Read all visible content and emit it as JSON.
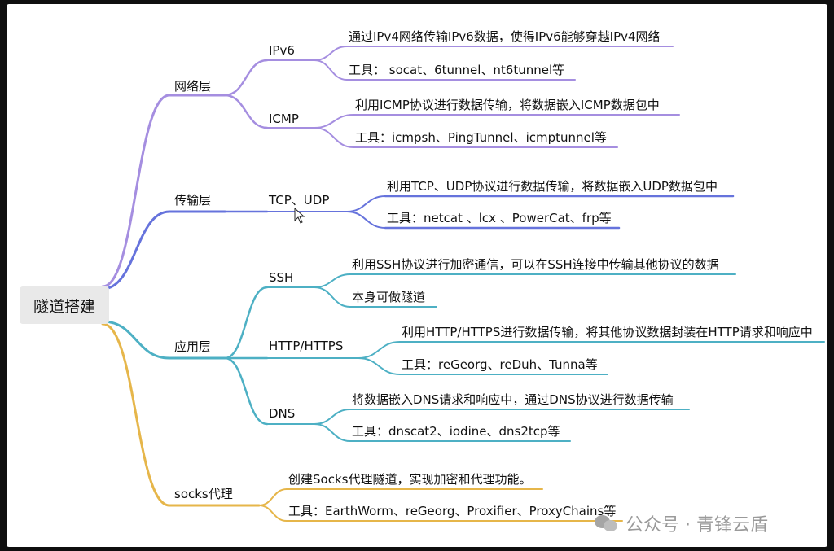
{
  "root": "隧道搭建",
  "colors": {
    "purple": "#a58ee0",
    "blue": "#6673dc",
    "teal": "#4db0c4",
    "orange": "#e6b64a"
  },
  "categories": {
    "network": "网络层",
    "transport": "传输层",
    "application": "应用层",
    "socks": "socks代理"
  },
  "protocols": {
    "ipv6": "IPv6",
    "icmp": "ICMP",
    "tcp_udp": "TCP、UDP",
    "ssh": "SSH",
    "http": "HTTP/HTTPS",
    "dns": "DNS"
  },
  "details": {
    "ipv6_desc": "通过IPv4网络传输IPv6数据，使得IPv6能够穿越IPv4网络",
    "ipv6_tools": "工具： socat、6tunnel、nt6tunnel等",
    "icmp_desc": "利用ICMP协议进行数据传输，将数据嵌入ICMP数据包中",
    "icmp_tools": "工具：icmpsh、PingTunnel、icmptunnel等",
    "tcp_desc": "利用TCP、UDP协议进行数据传输，将数据嵌入UDP数据包中",
    "tcp_tools": "工具：netcat 、lcx 、PowerCat、frp等",
    "ssh_desc": "利用SSH协议进行加密通信，可以在SSH连接中传输其他协议的数据",
    "ssh_note": "本身可做隧道",
    "http_desc": "利用HTTP/HTTPS进行数据传输，将其他协议数据封装在HTTP请求和响应中",
    "http_tools": "工具：reGeorg、reDuh、Tunna等",
    "dns_desc": "将数据嵌入DNS请求和响应中，通过DNS协议进行数据传输",
    "dns_tools": "工具：dnscat2、iodine、dns2tcp等",
    "socks_desc": "创建Socks代理隧道，实现加密和代理功能。",
    "socks_tools": "工具：EarthWorm、reGeorg、Proxifier、ProxyChains等"
  },
  "watermark": "公众号 · 青锋云盾"
}
